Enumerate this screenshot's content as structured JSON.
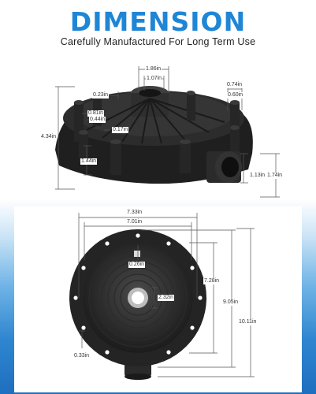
{
  "header": {
    "title": "DIMENSION",
    "subtitle": "Carefully Manufactured For Long Term Use"
  },
  "top_view": {
    "labels": {
      "d186": "1.86in",
      "d107": "1.07in",
      "d074": "0.74in",
      "d060": "0.60in",
      "d023": "0.23in",
      "d081": "0.81in",
      "d044": "0.44in",
      "d017": "0.17in",
      "d434": "4.34in",
      "d144": "1.44in",
      "d113": "1.13in",
      "d174": "1.74in"
    }
  },
  "bottom_view": {
    "labels": {
      "d733": "7.33in",
      "d701": "7.01in",
      "d026": "0.26in",
      "d728": "7.28in",
      "d232": "2.32in",
      "d905": "9.05in",
      "d1011": "10.11in",
      "d033": "0.33in"
    }
  },
  "colors": {
    "accent": "#1f86d6",
    "product": "#2a2a2a",
    "dimension_line": "#555555"
  }
}
